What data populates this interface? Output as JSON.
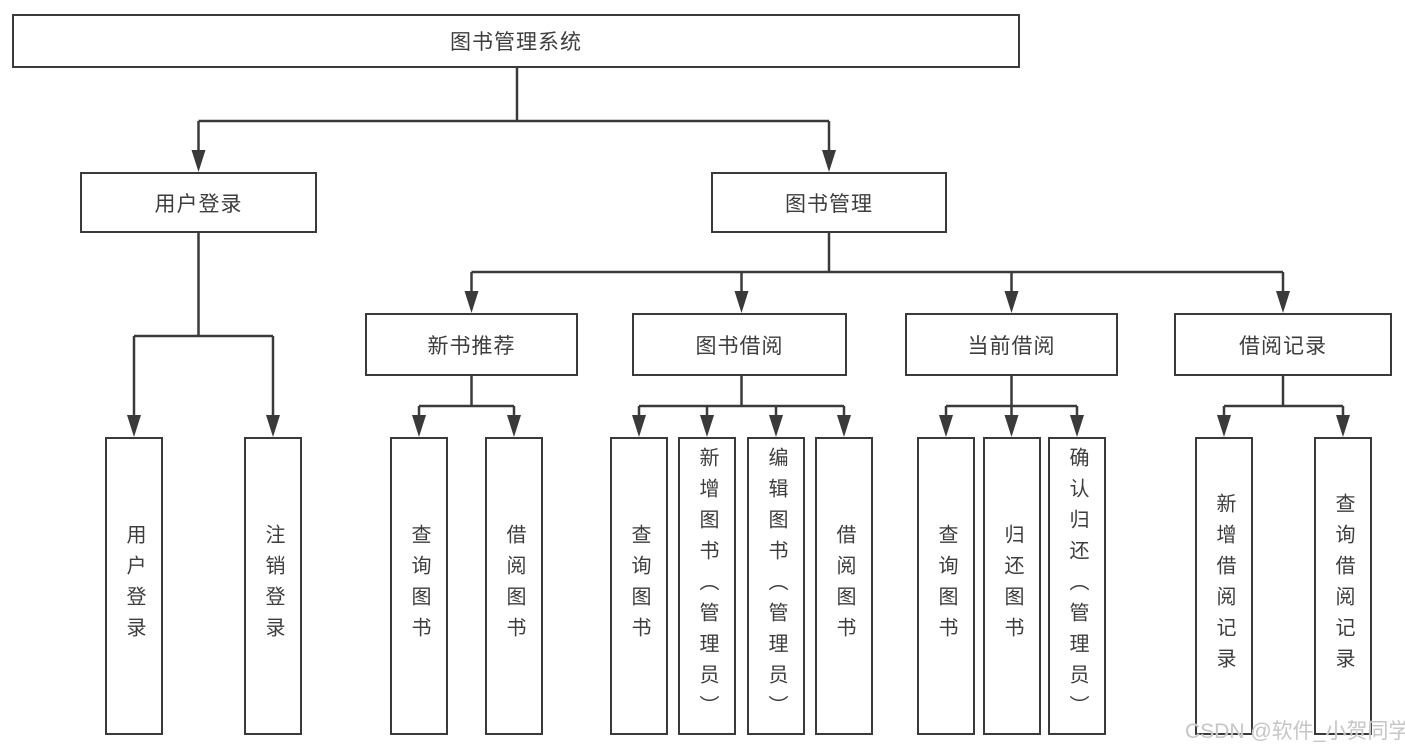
{
  "root": {
    "label": "图书管理系统"
  },
  "branches": {
    "user_login": {
      "label": "用户登录",
      "children": [
        "用户登录",
        "注销登录"
      ]
    },
    "book_mgmt": {
      "label": "图书管理"
    }
  },
  "modules": {
    "new_books": {
      "label": "新书推荐",
      "children": [
        "查询图书",
        "借阅图书"
      ]
    },
    "book_borrow": {
      "label": "图书借阅",
      "children": [
        "查询图书",
        "新增图书（管理员）",
        "编辑图书（管理员）",
        "借阅图书"
      ]
    },
    "current_borrow": {
      "label": "当前借阅",
      "children": [
        "查询图书",
        "归还图书",
        "确认归还（管理员）"
      ]
    },
    "borrow_records": {
      "label": "借阅记录",
      "children": [
        "新增借阅记录",
        "查询借阅记录"
      ]
    }
  },
  "watermark": "CSDN @软件_小贺同学",
  "colors": {
    "line": "#3a3a3a",
    "box_border": "#3a3a3a",
    "text": "#3d3d3d",
    "watermark": "#c6c6c6",
    "background": "#ffffff"
  }
}
